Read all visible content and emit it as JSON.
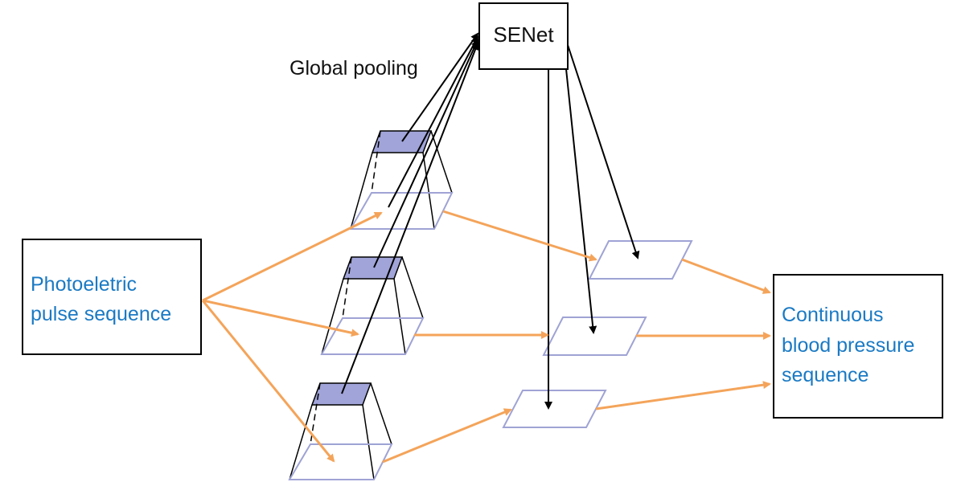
{
  "nodes": {
    "input": {
      "lines": [
        "Photoeletric",
        "pulse sequence"
      ]
    },
    "output": {
      "lines": [
        "Continuous",
        "blood pressure",
        "sequence"
      ]
    },
    "senet": {
      "label": "SENet"
    }
  },
  "labels": {
    "global_pooling": "Global pooling"
  },
  "colors": {
    "orange_arrow": "#f4a45a",
    "black_arrow": "#000000",
    "lavender_outline": "#9fa3d4",
    "pool_fill": "#a0a4d8",
    "text_blue": "#1a7ac4"
  }
}
